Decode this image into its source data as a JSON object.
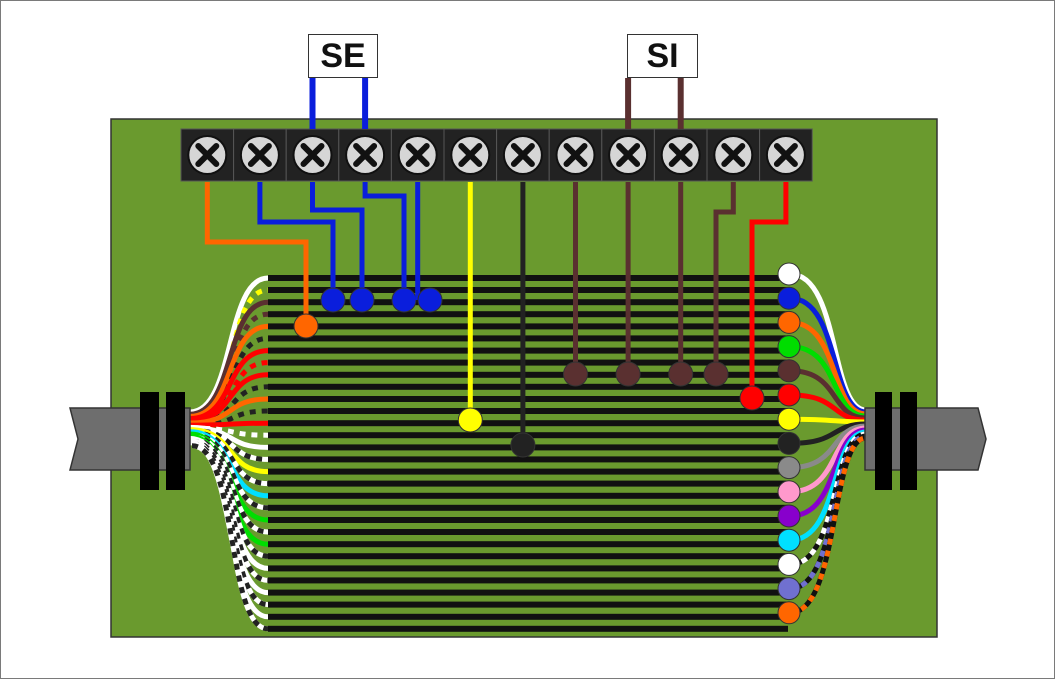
{
  "labels": {
    "se": "SE",
    "si": "SI"
  },
  "colors": {
    "board": "#6a9a2e",
    "terminal_block": "#222222",
    "screw_head": "#d6d6d6",
    "cable": "#6e6e6e",
    "clamp": "#000000",
    "blue": "#0a1edc",
    "brown": "#5a3030",
    "orange": "#ff6600",
    "yellow": "#ffff00",
    "black": "#222222",
    "red": "#ff0000",
    "green": "#00dd00",
    "grey": "#8a8a8a",
    "pink": "#ff99cc",
    "violet": "#8800cc",
    "cyan": "#00e0ff",
    "white": "#ffffff",
    "lilac": "#7070d0"
  },
  "icons": {
    "screw": "screw-icon",
    "cable": "cable-icon",
    "clamp": "clamp-icon"
  },
  "terminals": {
    "count": 12
  },
  "pair_count": 15,
  "left_pair_colors": [
    [
      "white",
      "yellow"
    ],
    [
      "brown",
      "brown-stripe"
    ],
    [
      "orange",
      "black-stripe"
    ],
    [
      "red",
      "red-stripe"
    ],
    [
      "red",
      "black-stripe"
    ],
    [
      "orange",
      "black-stripe"
    ],
    [
      "red",
      "white-stripe"
    ],
    [
      "white",
      "black-stripe"
    ],
    [
      "yellow",
      "black-stripe"
    ],
    [
      "cyan",
      "black-stripe"
    ],
    [
      "green",
      "black-stripe"
    ],
    [
      "green",
      "black-stripe"
    ],
    [
      "white",
      "black-stripe"
    ],
    [
      "white",
      "black-stripe"
    ],
    [
      "white",
      "black-stripe"
    ]
  ],
  "right_end_colors": [
    "white",
    "blue",
    "orange",
    "green",
    "brown",
    "red",
    "yellow",
    "black",
    "grey",
    "pink",
    "violet",
    "cyan",
    "white",
    "lilac",
    "orange"
  ]
}
